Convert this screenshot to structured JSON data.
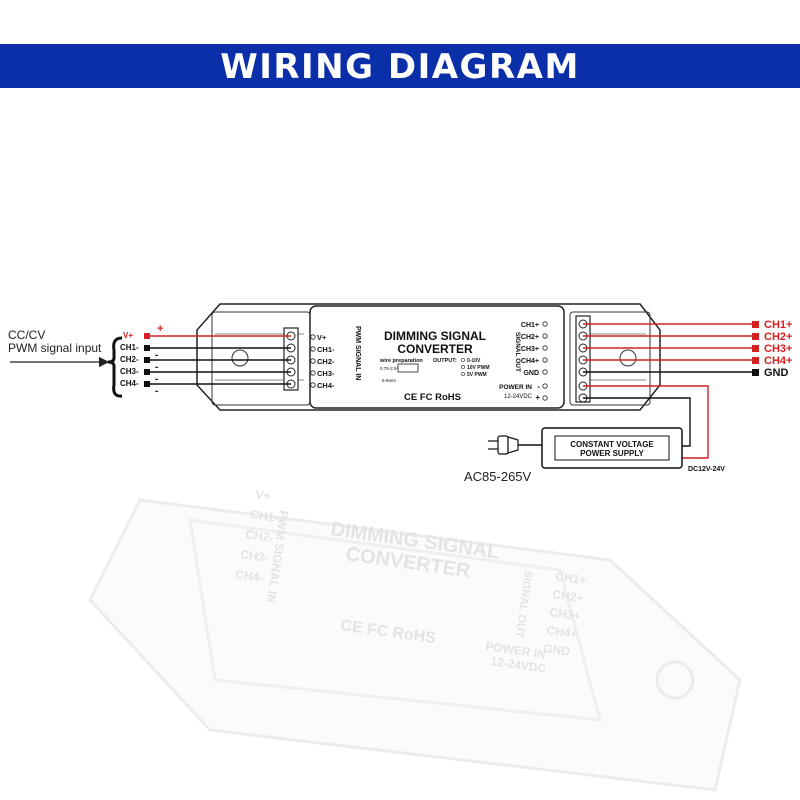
{
  "header": {
    "title": "WIRING DIAGRAM"
  },
  "input": {
    "label_line1": "CC/CV",
    "label_line2": "PWM signal input",
    "plus": "+",
    "terminals": [
      "V+",
      "CH1-",
      "CH2-",
      "CH3-",
      "CH4-"
    ]
  },
  "device": {
    "title_line1": "DIMMING SIGNAL",
    "title_line2": "CONVERTER",
    "input_side_label": "PWM SIGNAL IN",
    "input_terminals": [
      "V+",
      "CH1-",
      "CH2-",
      "CH3-",
      "CH4-"
    ],
    "wire_prep": "wire preparation",
    "wire_dim1": "0.75-2.5²",
    "wire_dim2": "5-8mm",
    "output_label": "OUTPUT:",
    "output_options": [
      "0-10V",
      "10V PWM",
      "5V PWM"
    ],
    "cert": "CE FC RoHS",
    "signal_out_label": "SIGNAL OUT",
    "output_terminals": [
      "CH1+",
      "CH2+",
      "CH3+",
      "CH4+",
      "GND"
    ],
    "power_in_label": "POWER IN",
    "power_minus": "-",
    "power_plus": "+",
    "power_voltage": "12-24VDC"
  },
  "outputs": [
    "CH1+",
    "CH2+",
    "CH3+",
    "CH4+",
    "GND"
  ],
  "power_supply": {
    "line1": "CONSTANT VOLTAGE",
    "line2": "POWER SUPPLY",
    "ac_label": "AC85-265V",
    "dc_label": "DC12V-24V"
  },
  "reflection": {
    "in_terminals": [
      "V+",
      "CH1-",
      "CH2-",
      "CH3-",
      "CH4-"
    ],
    "out_terminals": [
      "CH1+",
      "CH2+",
      "CH3+",
      "CH4+",
      "GND"
    ],
    "side_label": "PWM SIGNAL IN",
    "out_side_label": "SIGNAL OUT",
    "title_line1": "DIMMING SIGNAL",
    "title_line2": "CONVERTER",
    "cert": "CE FC RoHS",
    "power_in": "POWER IN",
    "power_voltage": "12-24VDC"
  },
  "colors": {
    "header": "#0b2fa8",
    "wire_red": "#d42020",
    "wire_black": "#222222",
    "reflection": "#e6e6e6"
  }
}
